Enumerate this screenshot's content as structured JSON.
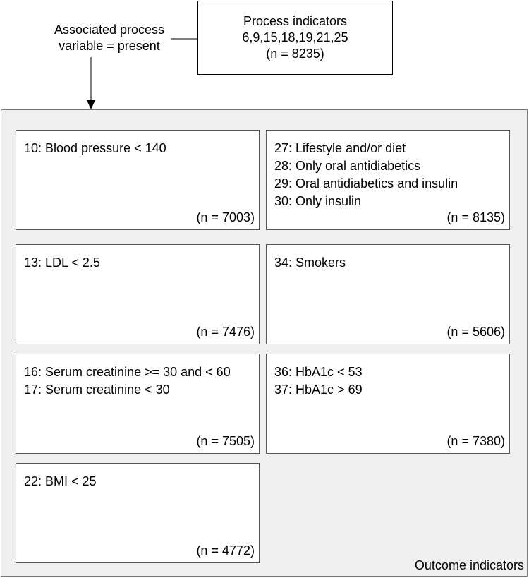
{
  "process": {
    "title": "Process indicators",
    "codes": "6,9,15,18,19,21,25",
    "count": "(n = 8235)"
  },
  "association": {
    "line1": "Associated process",
    "line2": "variable = present"
  },
  "outcome_panel": {
    "label": "Outcome indicators",
    "boxes": [
      {
        "lines": [
          "10: Blood pressure < 140"
        ],
        "count": "(n = 7003)"
      },
      {
        "lines": [
          "27: Lifestyle and/or diet",
          "28: Only oral antidiabetics",
          "29: Oral antidiabetics and insulin",
          "30: Only insulin"
        ],
        "count": "(n = 8135)"
      },
      {
        "lines": [
          "13: LDL < 2.5"
        ],
        "count": "(n = 7476)"
      },
      {
        "lines": [
          "34: Smokers"
        ],
        "count": "(n = 5606)"
      },
      {
        "lines": [
          "16: Serum creatinine >= 30 and < 60",
          "17: Serum creatinine < 30"
        ],
        "count": "(n = 7505)"
      },
      {
        "lines": [
          "36: HbA1c < 53",
          "37: HbA1c > 69"
        ],
        "count": "(n = 7380)"
      },
      {
        "lines": [
          "22: BMI < 25"
        ],
        "count": "(n = 4772)"
      }
    ]
  }
}
